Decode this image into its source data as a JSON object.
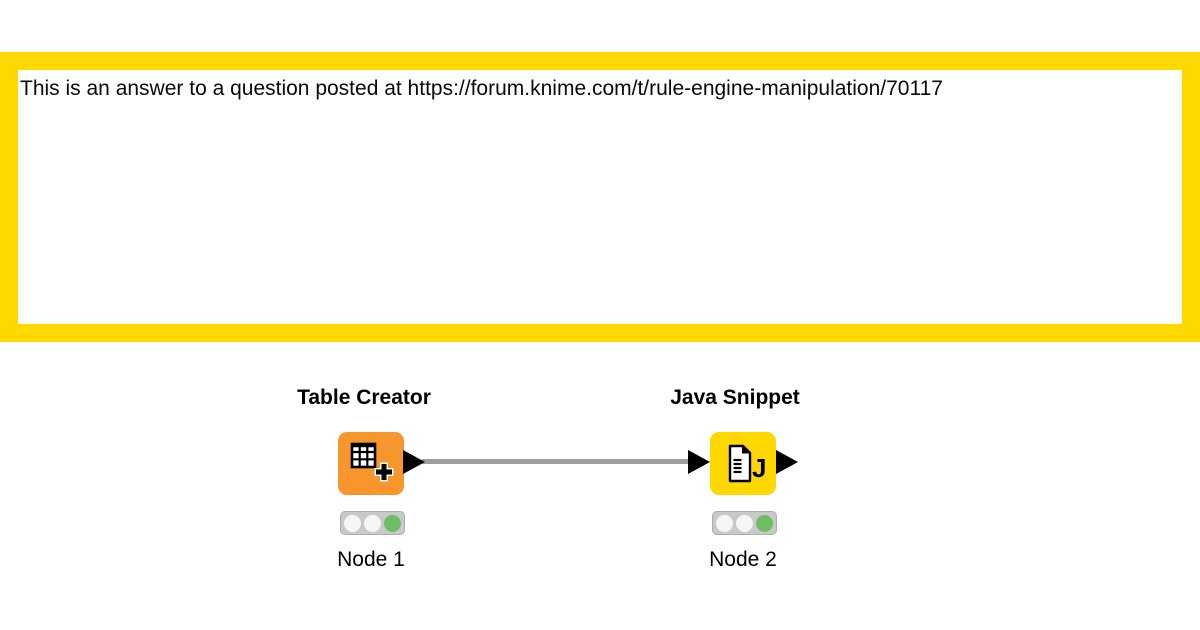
{
  "annotation": {
    "text": "This is an answer to a question posted at https://forum.knime.com/t/rule-engine-manipulation/70117",
    "border_color": "#FFD800",
    "background": "#ffffff"
  },
  "workflow": {
    "connection": {
      "color": "#9E9E9E",
      "from": "table-creator-output-port",
      "to": "java-snippet-input-port"
    },
    "nodes": [
      {
        "title": "Table Creator",
        "label": "Node 1",
        "icon": "table-plus-icon",
        "color": "#F6962D",
        "ports": {
          "inputs": 0,
          "outputs": 1
        },
        "status": {
          "lights": [
            "off",
            "off",
            "on"
          ],
          "lit_light": "green",
          "lit_color": "#6CBE63",
          "off_color": "#F6F6F6"
        }
      },
      {
        "title": "Java Snippet",
        "label": "Node 2",
        "icon": "java-document-icon",
        "color": "#FFD800",
        "ports": {
          "inputs": 1,
          "outputs": 1
        },
        "status": {
          "lights": [
            "off",
            "off",
            "on"
          ],
          "lit_light": "green",
          "lit_color": "#6CBE63",
          "off_color": "#F6F6F6"
        }
      }
    ]
  }
}
